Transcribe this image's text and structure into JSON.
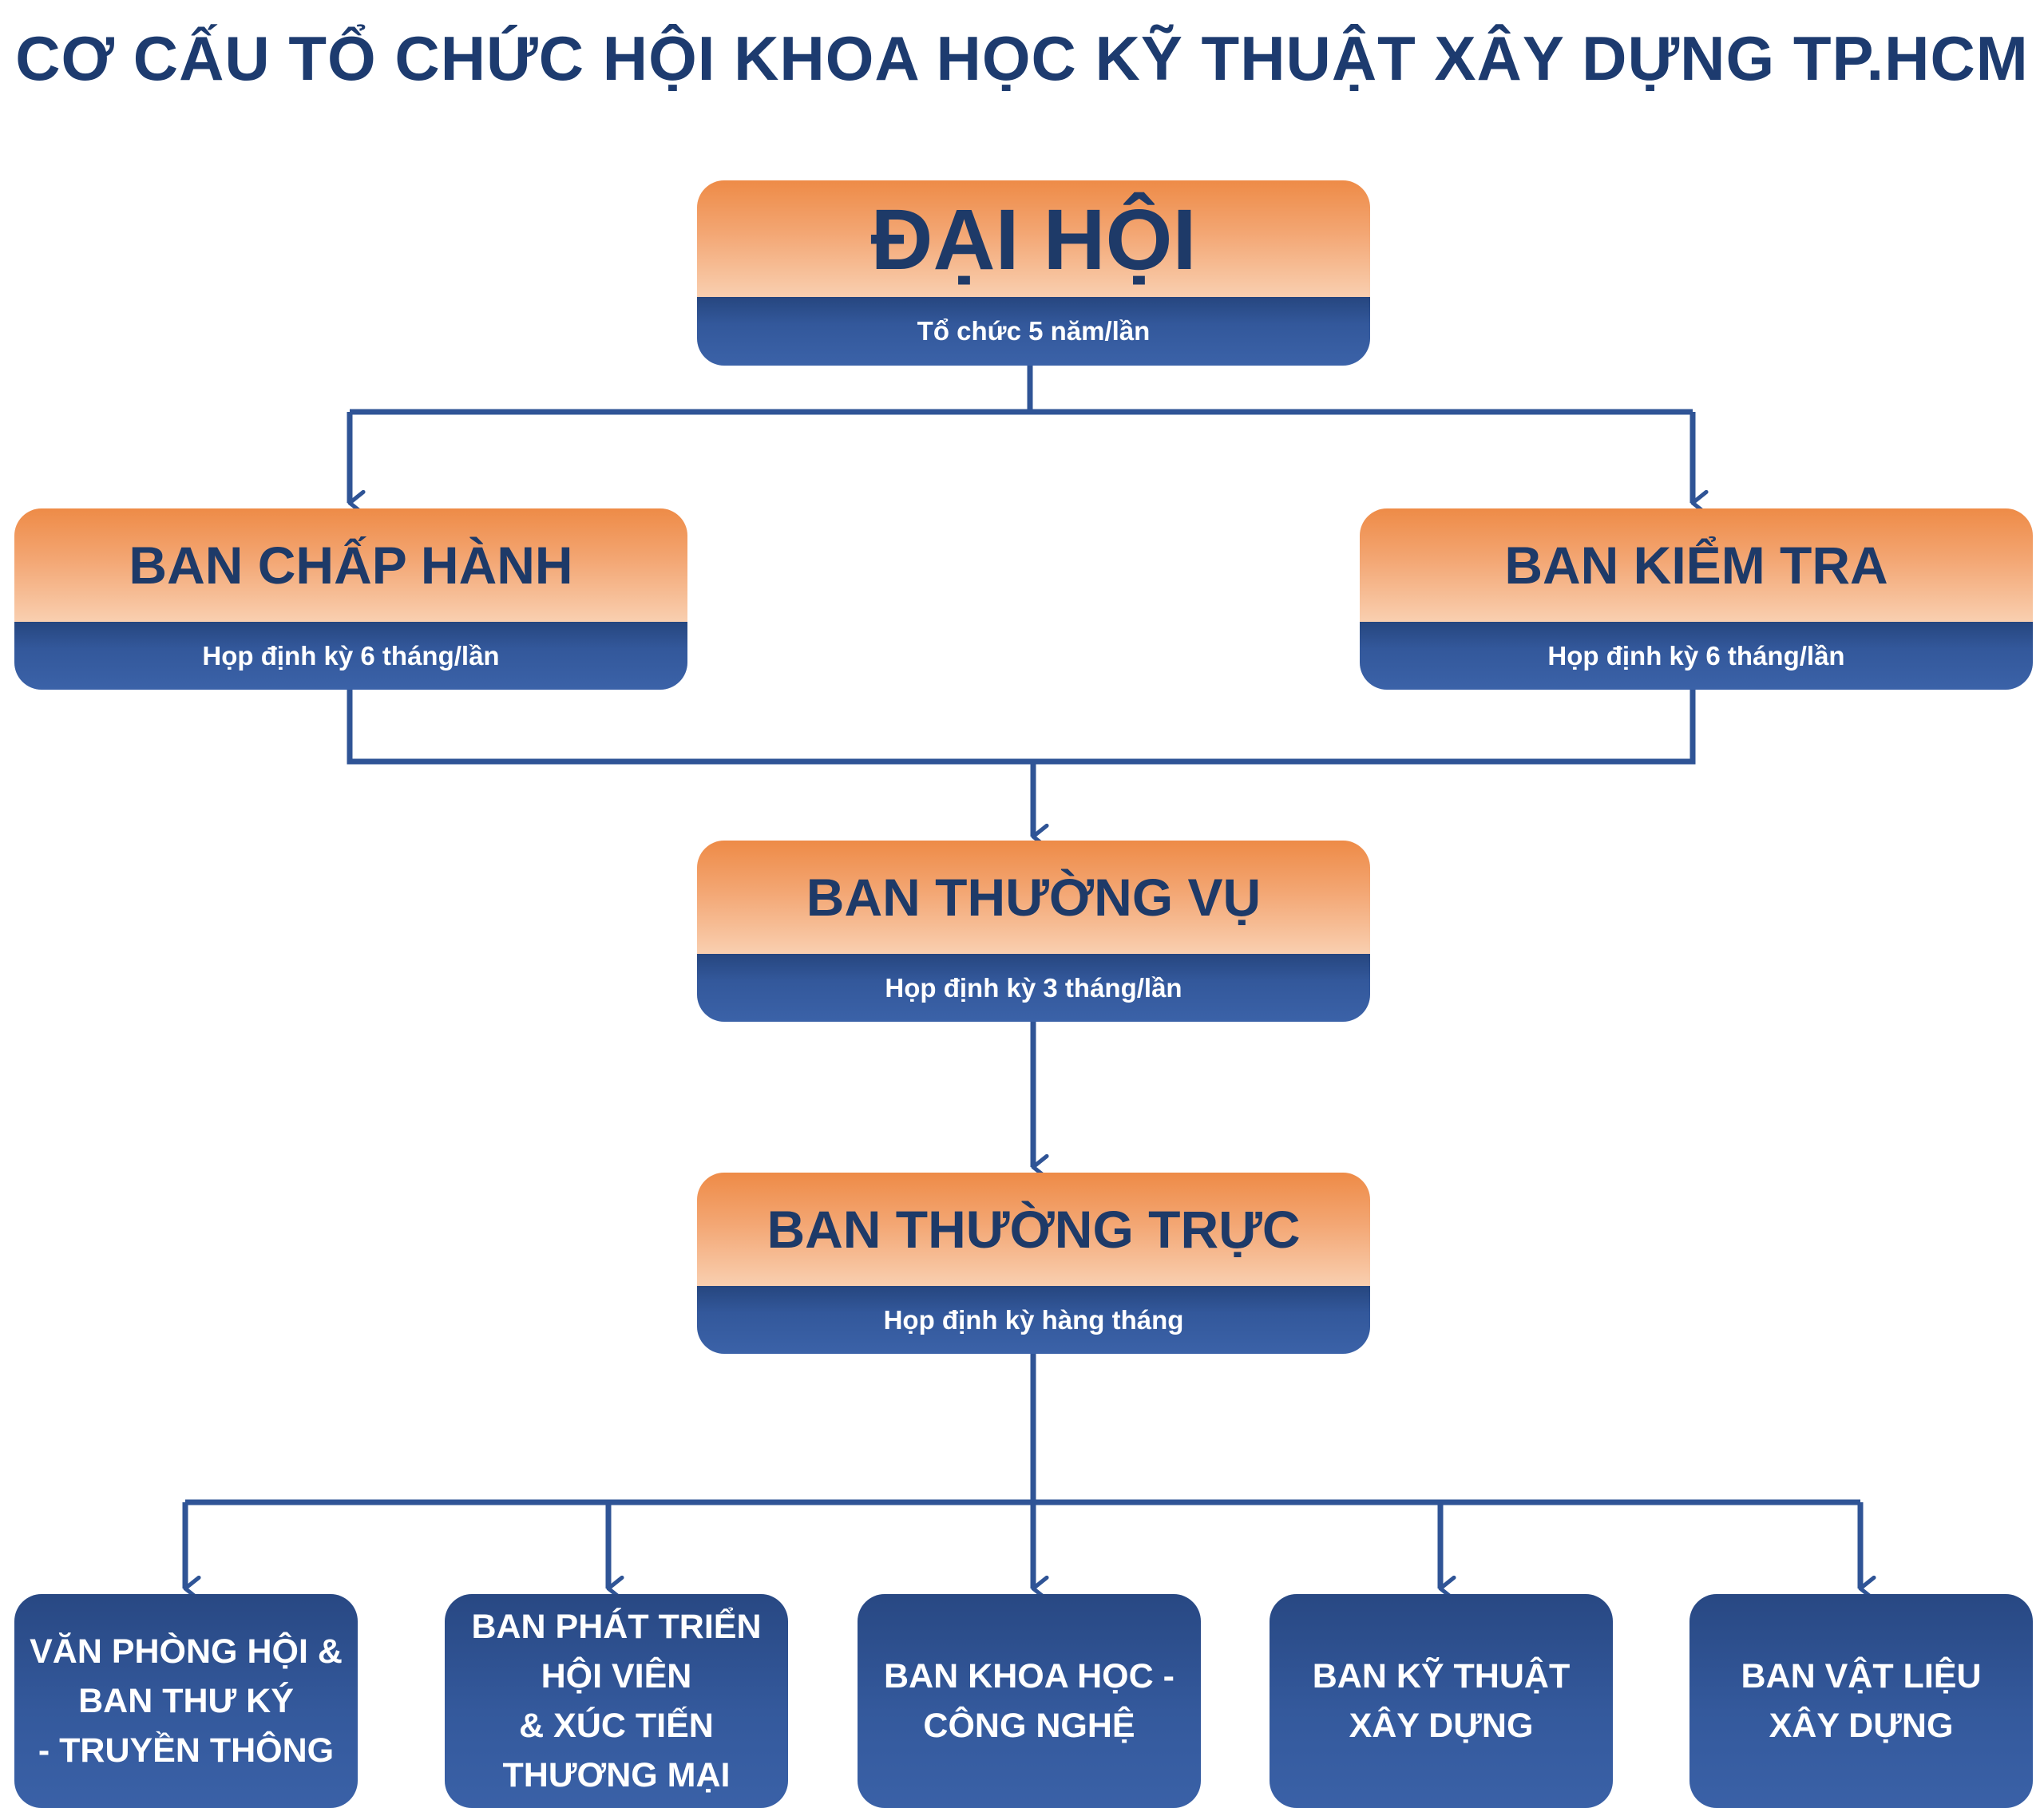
{
  "title": "CƠ CẤU TỔ CHỨC HỘI KHOA HỌC KỸ THUẬT XÂY DỰNG TP.HCM",
  "colors": {
    "accent_orange": "#ee8b47",
    "navy": "#2f5496",
    "text_dark": "#1d3b6f",
    "connector": "#2f5496"
  },
  "nodes": {
    "dai_hoi": {
      "name": "ĐẠI HỘI",
      "note": "Tổ chức 5 năm/lần"
    },
    "ban_chap_hanh": {
      "name": "BAN CHẤP HÀNH",
      "note": "Họp định kỳ 6 tháng/lần"
    },
    "ban_kiem_tra": {
      "name": "BAN KIỂM TRA",
      "note": "Họp định kỳ 6 tháng/lần"
    },
    "ban_thuong_vu": {
      "name": "BAN THƯỜNG VỤ",
      "note": "Họp định kỳ 3 tháng/lần"
    },
    "ban_thuong_truc": {
      "name": "BAN THƯỜNG TRỰC",
      "note": "Họp định kỳ hàng tháng"
    }
  },
  "units": [
    {
      "name": "VĂN PHÒNG HỘI &\nBAN THƯ KÝ\n - TRUYỀN THÔNG"
    },
    {
      "name": "BAN PHÁT TRIỂN\nHỘI VIÊN\n& XÚC TIẾN\nTHƯƠNG MẠI"
    },
    {
      "name": "BAN KHOA HỌC -\nCÔNG NGHỆ"
    },
    {
      "name": "BAN KỸ THUẬT\nXÂY DỰNG"
    },
    {
      "name": "BAN VẬT LIỆU\nXÂY DỰNG"
    }
  ]
}
